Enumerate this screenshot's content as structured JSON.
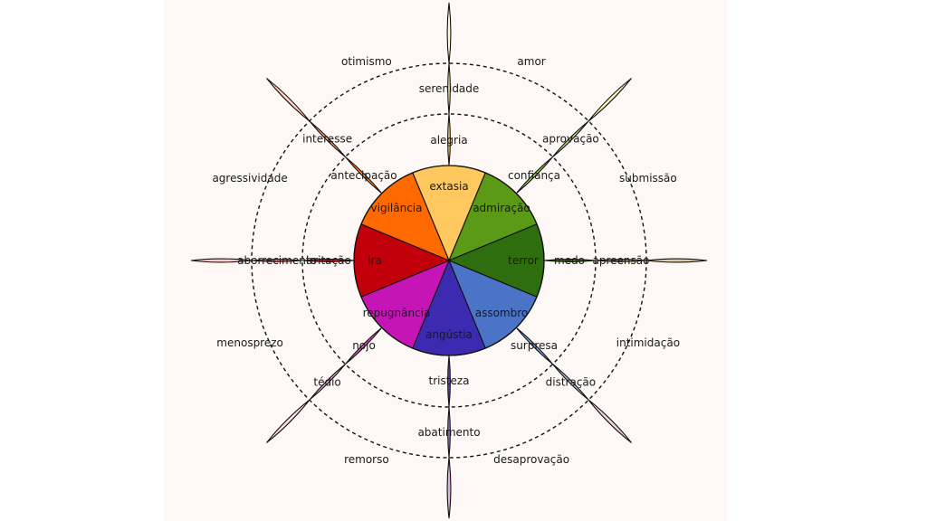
{
  "title": "",
  "petals": [
    {
      "id": "joy",
      "levels": [
        "serenidade",
        "alegria",
        "extasia"
      ],
      "colors": [
        "#fffad9",
        "#fff0b0",
        "#ffd96e",
        "#ffc85e"
      ]
    },
    {
      "id": "trust",
      "levels": [
        "aprovação",
        "confiança",
        "admiração"
      ],
      "colors": [
        "#f1f0b9",
        "#c6e57d",
        "#93dc3f",
        "#5a9a17"
      ]
    },
    {
      "id": "fear",
      "levels": [
        "apreensão",
        "medo",
        "terror"
      ],
      "colors": [
        "#dbc9a7",
        "#a6a873",
        "#45820f",
        "#2f6e0e"
      ]
    },
    {
      "id": "surprise",
      "levels": [
        "distração",
        "surpresa",
        "assombro"
      ],
      "colors": [
        "#f2d2d9",
        "#bcc0db",
        "#7fa5dc",
        "#4b73c6"
      ]
    },
    {
      "id": "sadness",
      "levels": [
        "abatimento",
        "tristeza",
        "angústia"
      ],
      "colors": [
        "#dcb3de",
        "#9a7cd1",
        "#5c46cc",
        "#3c2bb0"
      ]
    },
    {
      "id": "disgust",
      "levels": [
        "tédio",
        "nojo",
        "repugnância"
      ],
      "colors": [
        "#fddbe6",
        "#f6a4d6",
        "#f24ad3",
        "#c615b6"
      ]
    },
    {
      "id": "anger",
      "levels": [
        "aborrecimento",
        "irritação",
        "ira"
      ],
      "colors": [
        "#fdc8c8",
        "#f86f6f",
        "#ea0e16",
        "#c2000c"
      ]
    },
    {
      "id": "anticipation",
      "levels": [
        "interesse",
        "antecipação",
        "vigilância"
      ],
      "colors": [
        "#ffd3bd",
        "#ffb189",
        "#ff8d3d",
        "#ff6a00"
      ]
    }
  ],
  "dyads": [
    "amor",
    "submissão",
    "intimidação",
    "desaprovação",
    "remorso",
    "menosprezo",
    "agressividade",
    "otimismo"
  ]
}
